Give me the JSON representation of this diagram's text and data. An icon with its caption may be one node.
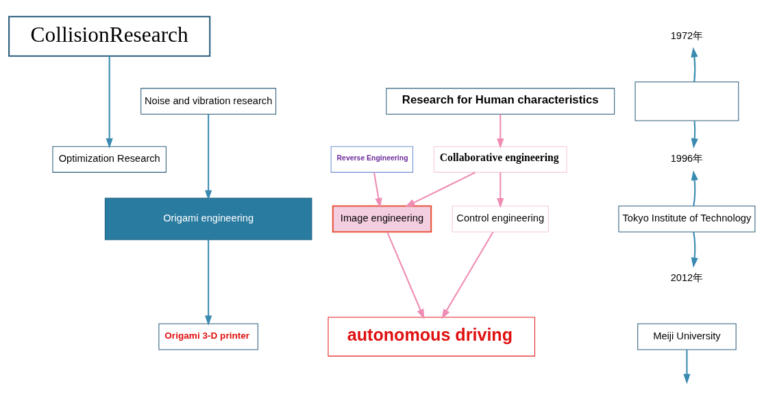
{
  "diagram": {
    "nodes": [
      {
        "text": [
          "CollisionResearch"
        ]
      },
      {
        "text": [
          "Noise and vibration research"
        ]
      },
      {
        "text": [
          "Research for Human characteristics"
        ]
      },
      {
        "text": [
          "1972年"
        ]
      },
      {
        "text": [],
        "shape": "box"
      },
      {
        "text": [
          "Optimization Research"
        ]
      },
      {
        "text": [
          "Reverse Engineering"
        ]
      },
      {
        "text": [
          "Collaborative engineering"
        ]
      },
      {
        "text": [
          "1996年"
        ]
      },
      {
        "text": [
          "Origami engineering"
        ]
      },
      {
        "text": [
          "Image engineering"
        ]
      },
      {
        "text": [
          "Control engineering"
        ]
      },
      {
        "text": [
          "Tokyo Institute of Technology"
        ]
      },
      {
        "text": [
          "2012年"
        ]
      },
      {
        "text": [
          "Origami 3-D printer"
        ]
      },
      {
        "text": [
          "autonomous driving"
        ]
      },
      {
        "text": [
          "Meiji University"
        ]
      }
    ],
    "edges": [
      {
        "from": 0,
        "to": 5,
        "arrow": "to"
      },
      {
        "from": 1,
        "to": 9,
        "arrow": "to"
      },
      {
        "from": 9,
        "to": 14,
        "arrow": "to"
      },
      {
        "from": 2,
        "to": 7,
        "arrow": "to",
        "color": "#f08cb4"
      },
      {
        "from": 6,
        "to": 10,
        "arrow": "to",
        "color": "#f08cb4"
      },
      {
        "from": 7,
        "to": 10,
        "arrow": "to",
        "color": "#f08cb4"
      },
      {
        "from": 7,
        "to": 11,
        "arrow": "to",
        "color": "#f08cb4"
      },
      {
        "from": 10,
        "to": 15,
        "arrow": "to",
        "color": "#f08cb4"
      },
      {
        "from": 11,
        "to": 15,
        "arrow": "to",
        "color": "#f08cb4"
      },
      {
        "from": 4,
        "to": 3,
        "arrow": "to"
      },
      {
        "from": 4,
        "to": 8,
        "arrow": "to"
      },
      {
        "from": 12,
        "to": 8,
        "arrow": "to"
      },
      {
        "from": 12,
        "to": 13,
        "arrow": "to"
      },
      {
        "from": 16,
        "to": null,
        "arrow": "to"
      }
    ]
  }
}
